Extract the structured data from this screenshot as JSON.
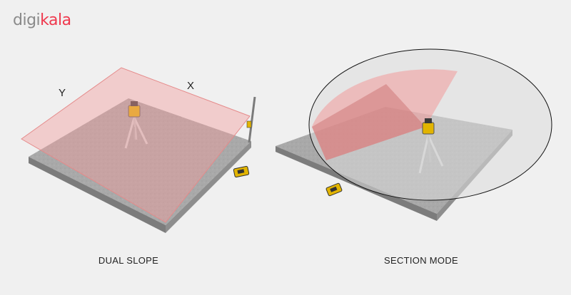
{
  "logo": {
    "part1": "digi",
    "part2": "kala",
    "brand_color": "#ef394e",
    "gray_color": "#8a8a8a"
  },
  "left_panel": {
    "caption": "DUAL SLOPE",
    "axis_y": "Y",
    "axis_x": "X",
    "laser_color": "#f4a9a9"
  },
  "right_panel": {
    "caption": "SECTION MODE",
    "laser_color": "#f4a9a9"
  },
  "icons": [
    "rotary-laser-icon",
    "tripod-icon",
    "laser-receiver-icon",
    "grade-rod-icon"
  ]
}
